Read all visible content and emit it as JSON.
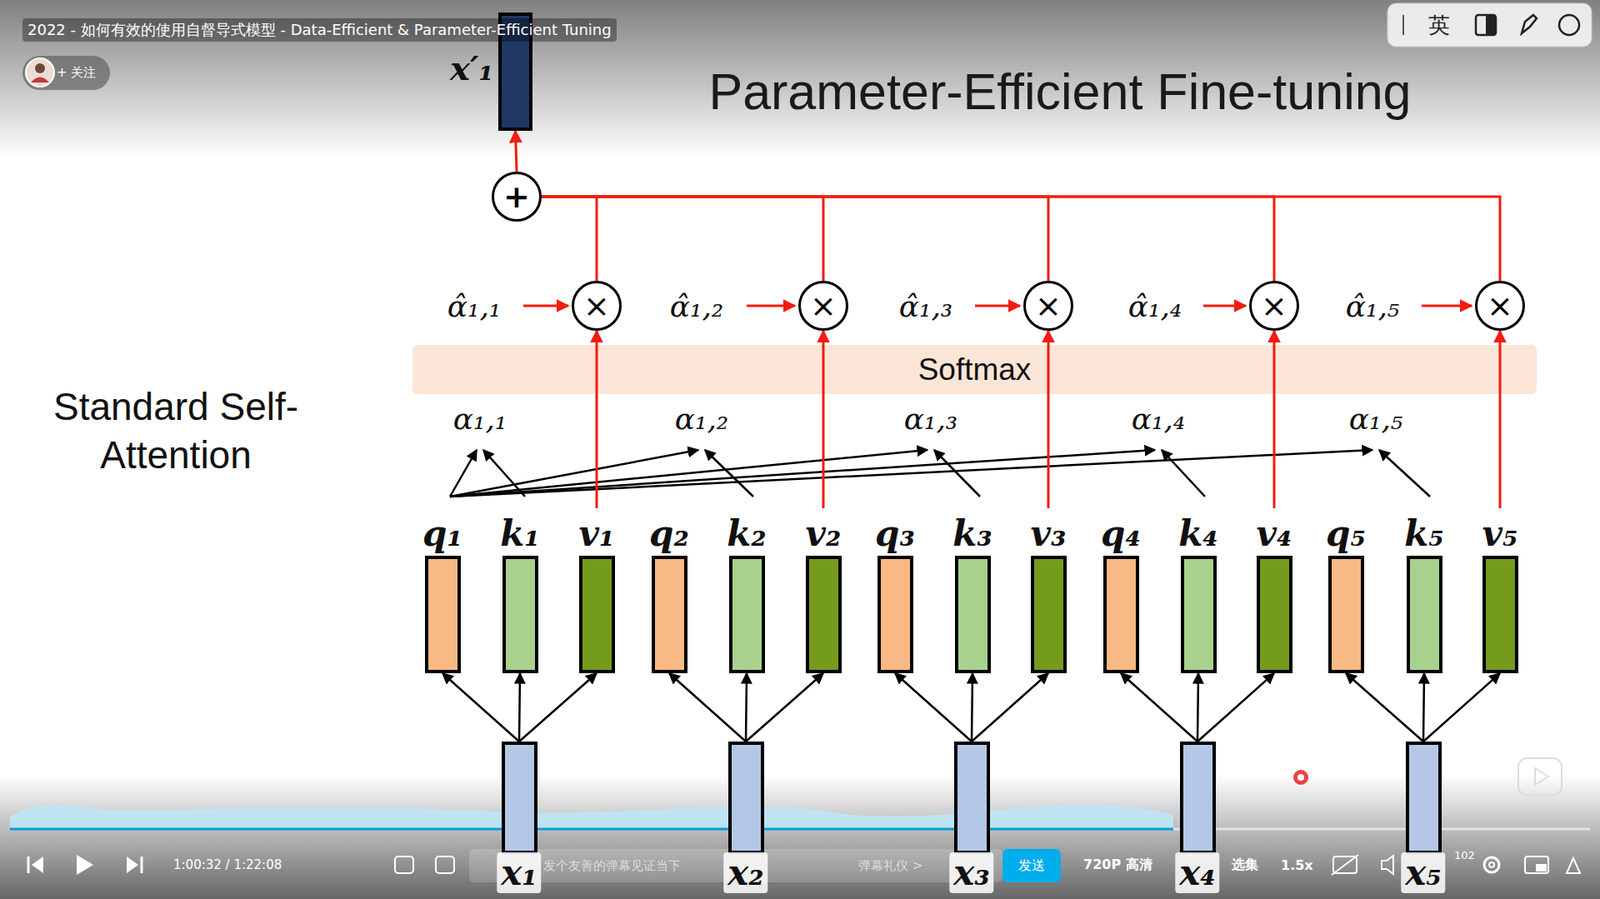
{
  "diagram": {
    "title": "Parameter-Efficient Fine-tuning",
    "nodes": [
      {
        "text": [
          "x′₁"
        ]
      },
      {
        "text": [
          "+"
        ]
      },
      {
        "text": [
          "×"
        ]
      },
      {
        "text": [
          "×"
        ]
      },
      {
        "text": [
          "×"
        ]
      },
      {
        "text": [
          "×"
        ]
      },
      {
        "text": [
          "×"
        ]
      },
      {
        "text": [
          "Softmax"
        ]
      },
      {
        "text": [
          "q₁"
        ]
      },
      {
        "text": [
          "k₁"
        ]
      },
      {
        "text": [
          "v₁"
        ]
      },
      {
        "text": [
          "q₂"
        ]
      },
      {
        "text": [
          "k₂"
        ]
      },
      {
        "text": [
          "v₂"
        ]
      },
      {
        "text": [
          "q₃"
        ]
      },
      {
        "text": [
          "k₃"
        ]
      },
      {
        "text": [
          "v₃"
        ]
      },
      {
        "text": [
          "q₄"
        ]
      },
      {
        "text": [
          "k₄"
        ]
      },
      {
        "text": [
          "v₄"
        ]
      },
      {
        "text": [
          "q₅"
        ]
      },
      {
        "text": [
          "k₅"
        ]
      },
      {
        "text": [
          "v₅"
        ]
      },
      {
        "text": [
          "x₁"
        ]
      },
      {
        "text": [
          "x₂"
        ]
      },
      {
        "text": [
          "x₃"
        ]
      },
      {
        "text": [
          "x₄"
        ]
      },
      {
        "text": [
          "x₅"
        ]
      }
    ],
    "edges": [
      {
        "from": 23,
        "to": 8,
        "arrow": "to"
      },
      {
        "from": 23,
        "to": 9,
        "arrow": "to"
      },
      {
        "from": 23,
        "to": 10,
        "arrow": "to"
      },
      {
        "from": 24,
        "to": 11,
        "arrow": "to"
      },
      {
        "from": 24,
        "to": 12,
        "arrow": "to"
      },
      {
        "from": 24,
        "to": 13,
        "arrow": "to"
      },
      {
        "from": 25,
        "to": 14,
        "arrow": "to"
      },
      {
        "from": 25,
        "to": 15,
        "arrow": "to"
      },
      {
        "from": 25,
        "to": 16,
        "arrow": "to"
      },
      {
        "from": 26,
        "to": 17,
        "arrow": "to"
      },
      {
        "from": 26,
        "to": 18,
        "arrow": "to"
      },
      {
        "from": 26,
        "to": 19,
        "arrow": "to"
      },
      {
        "from": 27,
        "to": 20,
        "arrow": "to"
      },
      {
        "from": 27,
        "to": 21,
        "arrow": "to"
      },
      {
        "from": 27,
        "to": 22,
        "arrow": "to"
      },
      {
        "from": 10,
        "to": 2,
        "arrow": "to"
      },
      {
        "from": 13,
        "to": 3,
        "arrow": "to"
      },
      {
        "from": 16,
        "to": 4,
        "arrow": "to"
      },
      {
        "from": 19,
        "to": 5,
        "arrow": "to"
      },
      {
        "from": 22,
        "to": 6,
        "arrow": "to"
      },
      {
        "from": 2,
        "to": 1,
        "arrow": "none"
      },
      {
        "from": 3,
        "to": 1,
        "arrow": "none"
      },
      {
        "from": 4,
        "to": 1,
        "arrow": "none"
      },
      {
        "from": 5,
        "to": 1,
        "arrow": "none"
      },
      {
        "from": 6,
        "to": 1,
        "arrow": "none"
      },
      {
        "from": 1,
        "to": 0,
        "arrow": "to"
      }
    ],
    "labels": [
      "2022 - 如何有效的使用自督导式模型 - Data-Efficient & Parameter-Efficient Tuning",
      "+ 关注",
      "Standard Self-Attention",
      "α₁,₁",
      "α₁,₂",
      "α₁,₃",
      "α₁,₄",
      "α₁,₅",
      "α̂₁,₁",
      "α̂₁,₂",
      "α̂₁,₃",
      "α̂₁,₄",
      "α̂₁,₅",
      "英",
      "1:00:32 / 1:22:08",
      "发个友善的弹幕见证当下",
      "弹幕礼仪 >",
      "发送",
      "720P 高清",
      "选集",
      "1.5x",
      "102"
    ]
  }
}
